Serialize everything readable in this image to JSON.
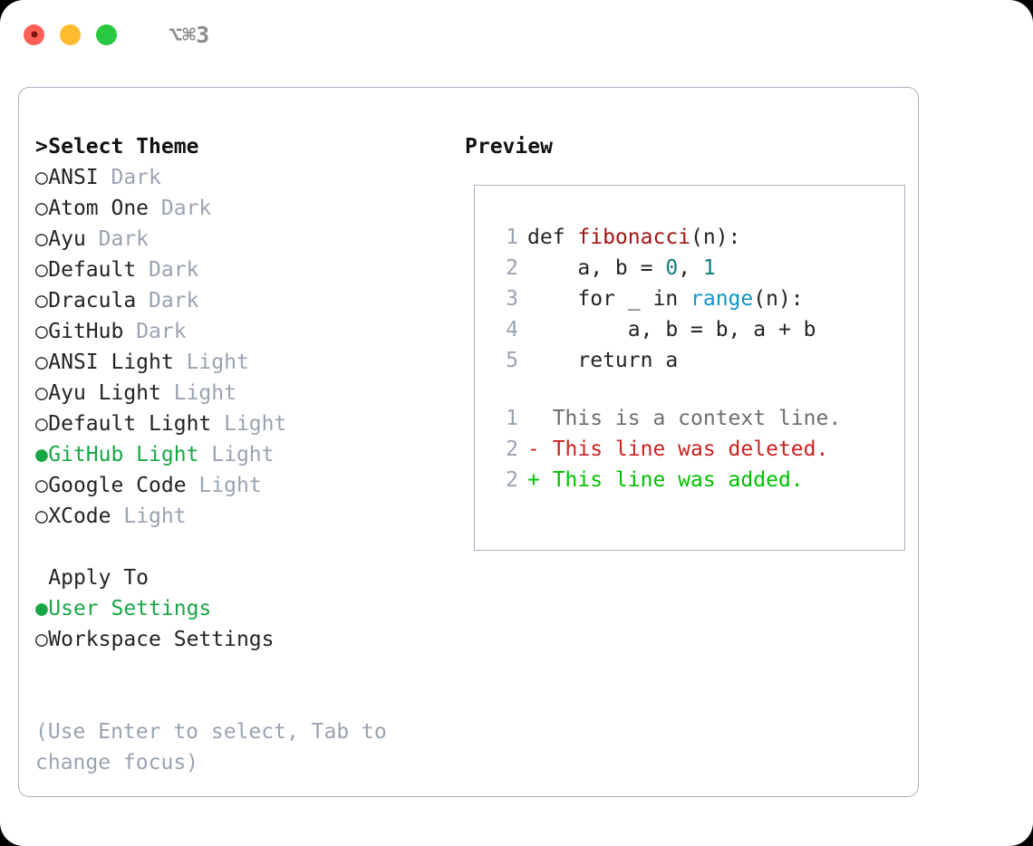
{
  "window": {
    "traffic_lights": [
      "close-red",
      "minimize-yellow",
      "maximize-green"
    ],
    "shortcut": "⌥⌘3",
    "colors": {
      "accent_green": "#18a745",
      "diff_add": "#00c000",
      "diff_del": "#cc2222",
      "muted": "#9aa3b2",
      "border": "#a9b2bf"
    }
  },
  "theme_picker": {
    "heading_marker": "> ",
    "heading": "Select Theme",
    "items": [
      {
        "marker": "○ ",
        "label": "ANSI",
        "suffix": " Dark",
        "selected": false
      },
      {
        "marker": "○ ",
        "label": "Atom One",
        "suffix": " Dark",
        "selected": false
      },
      {
        "marker": "○ ",
        "label": "Ayu",
        "suffix": " Dark",
        "selected": false
      },
      {
        "marker": "○ ",
        "label": "Default",
        "suffix": " Dark",
        "selected": false
      },
      {
        "marker": "○ ",
        "label": "Dracula",
        "suffix": " Dark",
        "selected": false
      },
      {
        "marker": "○ ",
        "label": "GitHub",
        "suffix": " Dark",
        "selected": false
      },
      {
        "marker": "○ ",
        "label": "ANSI Light",
        "suffix": " Light",
        "selected": false
      },
      {
        "marker": "○ ",
        "label": "Ayu Light",
        "suffix": " Light",
        "selected": false
      },
      {
        "marker": "○ ",
        "label": "Default Light",
        "suffix": " Light",
        "selected": false
      },
      {
        "marker": "● ",
        "label": "GitHub Light",
        "suffix": " Light",
        "selected": true
      },
      {
        "marker": "○ ",
        "label": "Google Code",
        "suffix": " Light",
        "selected": false
      },
      {
        "marker": "○ ",
        "label": "XCode",
        "suffix": " Light",
        "selected": false
      }
    ]
  },
  "apply_to": {
    "heading_marker": "  ",
    "heading": "Apply To",
    "items": [
      {
        "marker": "● ",
        "label": "User Settings",
        "selected": true
      },
      {
        "marker": "○ ",
        "label": "Workspace Settings",
        "selected": false
      }
    ]
  },
  "hint": "(Use Enter to select, Tab to\nchange focus)",
  "preview": {
    "title": "Preview",
    "code_lines": [
      {
        "num": "1",
        "parts": [
          {
            "t": "def ",
            "c": "plain"
          },
          {
            "t": "fibonacci",
            "c": "fn"
          },
          {
            "t": "(n):",
            "c": "plain"
          }
        ]
      },
      {
        "num": "2",
        "parts": [
          {
            "t": "    a, b = ",
            "c": "plain"
          },
          {
            "t": "0",
            "c": "num"
          },
          {
            "t": ", ",
            "c": "plain"
          },
          {
            "t": "1",
            "c": "num"
          }
        ]
      },
      {
        "num": "3",
        "parts": [
          {
            "t": "    for _ in ",
            "c": "plain"
          },
          {
            "t": "range",
            "c": "call"
          },
          {
            "t": "(n):",
            "c": "plain"
          }
        ]
      },
      {
        "num": "4",
        "parts": [
          {
            "t": "        a, b = b, a + b",
            "c": "plain"
          }
        ]
      },
      {
        "num": "5",
        "parts": [
          {
            "t": "    return a",
            "c": "plain"
          }
        ]
      }
    ],
    "diff_lines": [
      {
        "num": "1",
        "sign": "  ",
        "text": "This is a context line.",
        "kind": "ctx"
      },
      {
        "num": "2",
        "sign": "- ",
        "text": "This line was deleted.",
        "kind": "del"
      },
      {
        "num": "2",
        "sign": "+ ",
        "text": "This line was added.",
        "kind": "add"
      }
    ]
  }
}
